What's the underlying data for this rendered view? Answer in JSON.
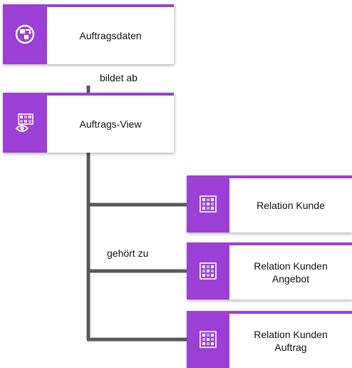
{
  "colors": {
    "accent": "#9b3fd6",
    "connector": "#595959"
  },
  "nodes": {
    "auftragsdaten": {
      "label": "Auftragsdaten",
      "icon": "data-flow-icon"
    },
    "auftrags_view": {
      "label": "Auftrags-View",
      "icon": "view-grid-eye-icon"
    },
    "relation_kunde": {
      "label": "Relation Kunde",
      "icon": "relation-grid-icon"
    },
    "relation_kunden_angebot": {
      "label": "Relation Kunden\nAngebot",
      "icon": "relation-grid-icon"
    },
    "relation_kunden_auftrag": {
      "label": "Relation Kunden\nAuftrag",
      "icon": "relation-grid-icon"
    }
  },
  "edges": {
    "bildet_ab": {
      "label": "bildet ab"
    },
    "gehoert_zu": {
      "label": "gehört zu"
    }
  }
}
